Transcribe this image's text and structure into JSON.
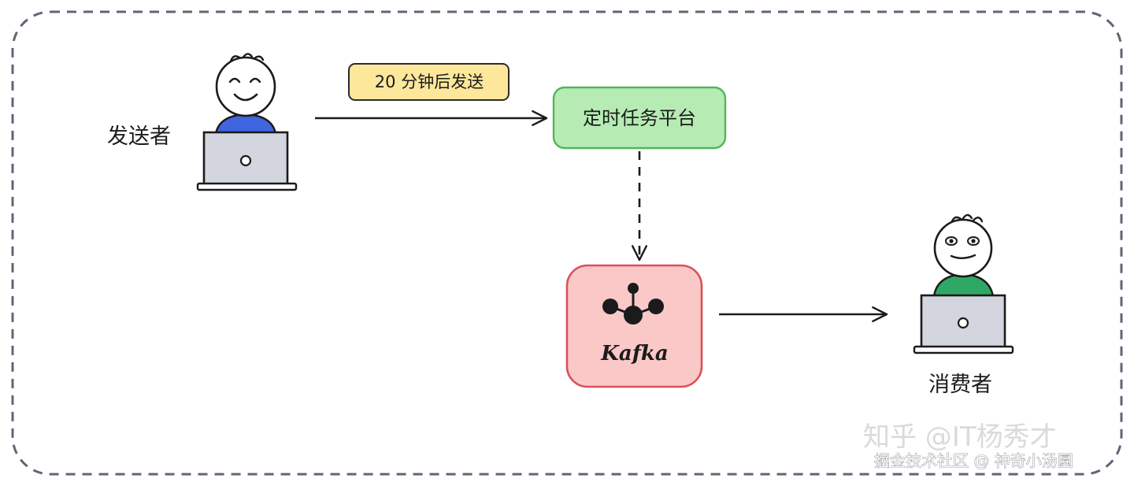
{
  "sender": {
    "label": "发送者",
    "shirt_color": "#3f66e0"
  },
  "consumer": {
    "label": "消费者",
    "shirt_color": "#2ea864"
  },
  "delay_tag": {
    "text": "20 分钟后发送",
    "fill": "#fce79a",
    "border": "#2b2b2b"
  },
  "scheduler": {
    "label": "定时任务平台",
    "fill": "#b6ecb4",
    "border": "#56b35c"
  },
  "kafka": {
    "label": "Kafka",
    "fill": "#fbc8c8",
    "border": "#d9505a",
    "icon": "kafka-logo-icon"
  },
  "frame": {
    "border": "#5d6776"
  },
  "watermark": {
    "line1": "知乎 @IT杨秀才",
    "line2": "掘金技术社区 @ 神奇小汤圆"
  }
}
